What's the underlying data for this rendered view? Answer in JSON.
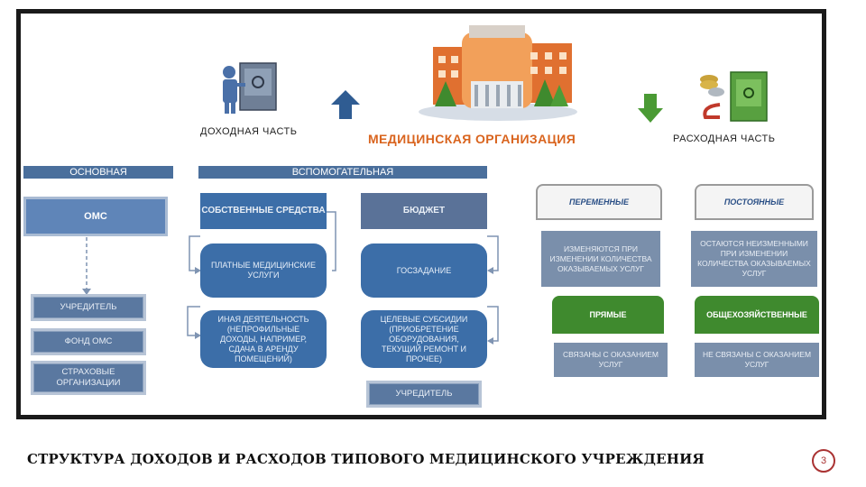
{
  "income_label": "ДОХОДНАЯ ЧАСТЬ",
  "org_title": "МЕДИЦИНСКАЯ ОРГАНИЗАЦИЯ",
  "expense_label": "РАСХОДНАЯ ЧАСТЬ",
  "income": {
    "main_header": "ОСНОВНАЯ",
    "aux_header": "ВСПОМОГАТЕЛЬНАЯ",
    "oms": "ОМС",
    "own_funds": "СОБСТВЕННЫЕ СРЕДСТВА",
    "budget": "БЮДЖЕТ",
    "paid_services": "ПЛАТНЫЕ МЕДИЦИНСКИЕ УСЛУГИ",
    "state_task": "ГОСЗАДАНИЕ",
    "other_activity": "ИНАЯ ДЕЯТЕЛЬНОСТЬ (НЕПРОФИЛЬНЫЕ ДОХОДЫ, НАПРИМЕР, СДАЧА В АРЕНДУ ПОМЕЩЕНИЙ)",
    "target_subsidies": "ЦЕЛЕВЫЕ СУБСИДИИ (ПРИОБРЕТЕНИЕ ОБОРУДОВАНИЯ, ТЕКУЩИЙ РЕМОНТ И ПРОЧЕЕ)",
    "founder_1": "УЧРЕДИТЕЛЬ",
    "fund_oms": "ФОНД ОМС",
    "insurance_orgs": "СТРАХОВЫЕ ОРГАНИЗАЦИИ",
    "founder_2": "УЧРЕДИТЕЛЬ"
  },
  "expense": {
    "variable": "ПЕРЕМЕННЫЕ",
    "constant": "ПОСТОЯННЫЕ",
    "variable_desc": "ИЗМЕНЯЮТСЯ ПРИ ИЗМЕНЕНИИ КОЛИЧЕСТВА ОКАЗЫВАЕМЫХ УСЛУГ",
    "constant_desc": "ОСТАЮТСЯ НЕИЗМЕННЫМИ ПРИ ИЗМЕНЕНИИ КОЛИЧЕСТВА ОКАЗЫВАЕМЫХ УСЛУГ",
    "direct": "ПРЯМЫЕ",
    "general": "ОБЩЕХОЗЯЙСТВЕННЫЕ",
    "direct_desc": "СВЯЗАНЫ С ОКАЗАНИЕМ УСЛУГ",
    "general_desc": "НЕ СВЯЗАНЫ С ОКАЗАНИЕМ УСЛУГ"
  },
  "slide_title": "СТРУКТУРА ДОХОДОВ И РАСХОДОВ ТИПОВОГО МЕДИЦИНСКОГО УЧРЕЖДЕНИЯ",
  "page_number": "3",
  "colors": {
    "blue": "#3c6ea8",
    "green": "#3f8a2e",
    "orange": "#e07030",
    "title_orange": "#d9641e"
  }
}
